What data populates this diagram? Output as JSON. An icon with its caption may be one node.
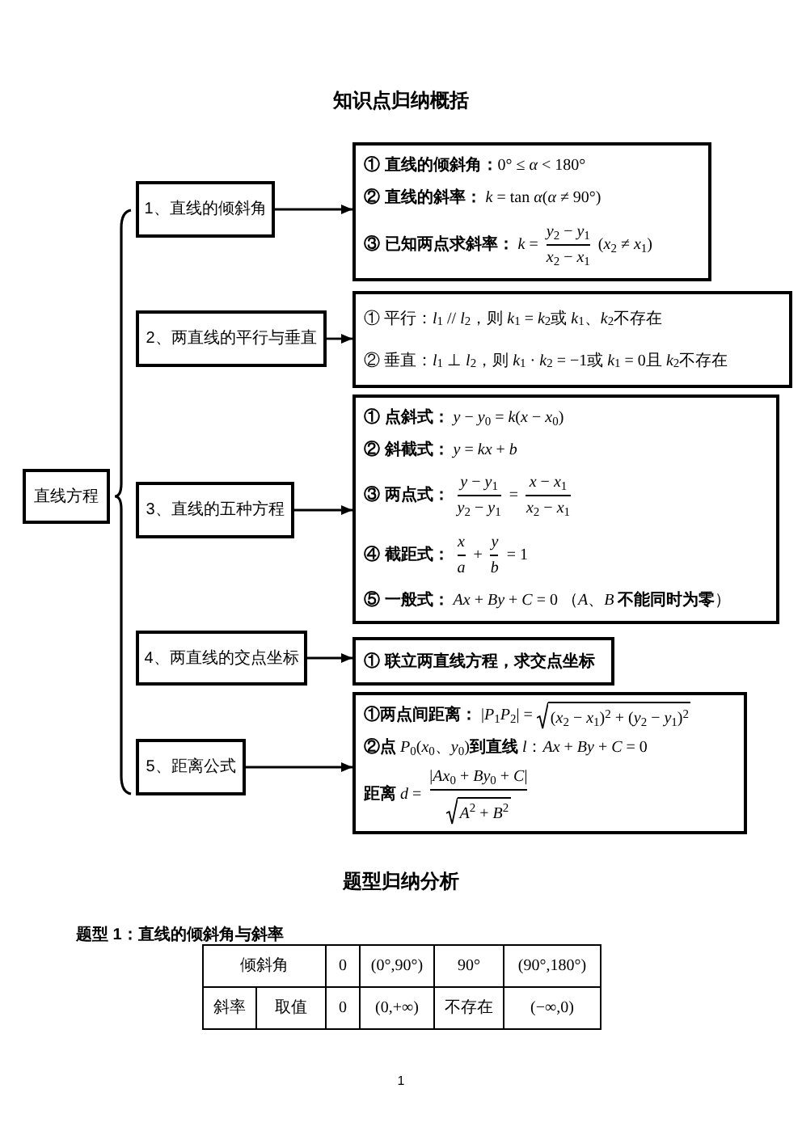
{
  "diagram": {
    "title": "知识点归纳概括",
    "nodes": [
      {
        "text": [
          "直线方程"
        ]
      },
      {
        "text": [
          "1、直线的倾斜角"
        ]
      },
      {
        "text": [
          "**① 直线的倾斜角：**0° ≤ *α* < 180°",
          "**② 直线的斜率：** *k* = tan *α*(*α* ≠ 90°)",
          "**③ 已知两点求斜率：** *k* =",
          "*y*$_{2}$ − *y*$_{1}$",
          "*x*$_{2}$ − *x*$_{1}$",
          "(*x*$_{2}$ ≠ *x*$_{1}$)"
        ]
      },
      {
        "text": [
          "2、两直线的平行与垂直"
        ]
      },
      {
        "text": [
          "① 平行：*l*$_{1}$ // *l*$_{2}$，则 *k*$_{1}$ = *k*$_{2}$或 *k*$_{1}$、*k*$_{2}$不存在",
          "② 垂直：*l*$_{1}$ ⊥ *l*$_{2}$，则 *k*$_{1}$ · *k*$_{2}$ = −1或 *k*$_{1}$ = 0且 *k*$_{2}$不存在"
        ]
      },
      {
        "text": [
          "3、直线的五种方程"
        ]
      },
      {
        "text": [
          "**① 点斜式：** *y* − *y*$_{0}$ = *k*(*x* − *x*$_{0}$)",
          "**② 斜截式：** *y* = *kx* + *b*",
          "③ 两点式：",
          "*y* − *y*$_{1}$",
          "*y*$_{2}$ − *y*$_{1}$",
          "=",
          "*x* − *x*$_{1}$",
          "*x*$_{2}$ − *x*$_{1}$",
          "④ 截距式：",
          "x",
          "a",
          "+",
          "y",
          "b",
          "= 1",
          "**⑤ 一般式：** *Ax* + *By* + *C* = 0 （*A*、*B* **不能同时为零**）"
        ]
      },
      {
        "text": [
          "4、两直线的交点坐标"
        ]
      },
      {
        "text": [
          "① 联立两直线方程，求交点坐标"
        ]
      },
      {
        "text": [
          "5、距离公式"
        ]
      },
      {
        "text": [
          "**①两点间距离：** |*P*$_{1}$*P*$_{2}$| =",
          "(*x*$_{2}$ − *x*$_{1}$)$^{2}$ + (*y*$_{2}$ − *y*$_{1}$)$^{2}$",
          "**②点** *P*$_{0}$(*x*$_{0}$、*y*$_{0}$)**到直线** *l*：*Ax* + *By* + *C* = 0",
          "**距离** *d* =",
          "|*Ax*$_{0}$ + *By*$_{0}$ + *C*|",
          "*A*$^{2}$ + *B*$^{2}$"
        ]
      }
    ],
    "edges": [
      {
        "from": 1,
        "to": 2,
        "arrow": "to"
      },
      {
        "from": 3,
        "to": 4,
        "arrow": "to"
      },
      {
        "from": 5,
        "to": 6,
        "arrow": "to"
      },
      {
        "from": 7,
        "to": 8,
        "arrow": "to"
      },
      {
        "from": 9,
        "to": 10,
        "arrow": "to"
      }
    ],
    "labels": [
      "题型归纳分析",
      "题型 1：直线的倾斜角与斜率",
      "倾斜角",
      "0",
      "(0°,90°)",
      "90°",
      "(90°,180°)",
      "斜率",
      "取值",
      "0",
      "(0,+∞)",
      "不存在",
      "(−∞,0)",
      "1"
    ]
  }
}
